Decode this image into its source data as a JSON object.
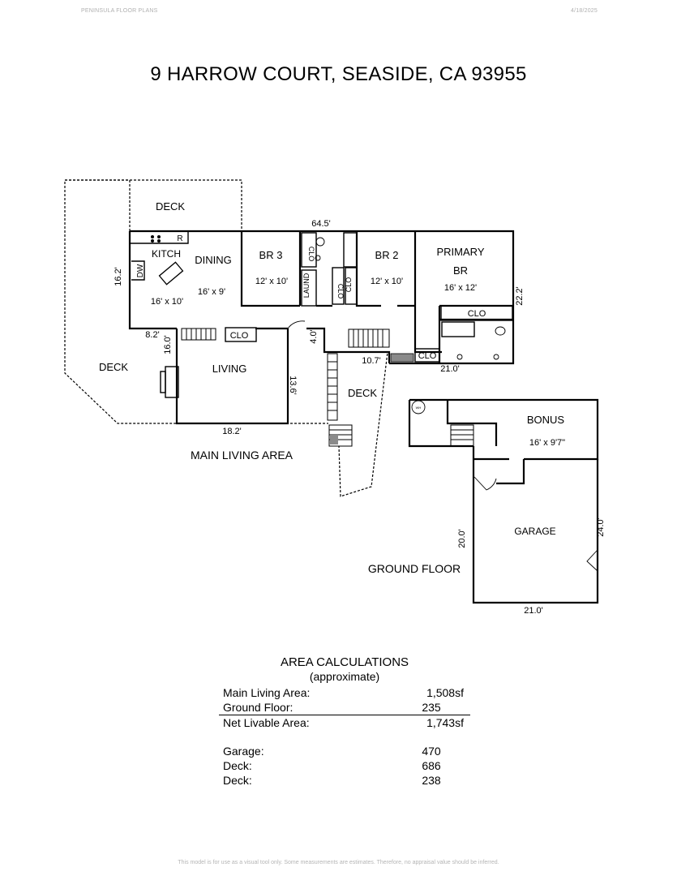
{
  "header": {
    "left": "PENINSULA FLOOR PLANS",
    "right": "4/18/2025"
  },
  "title": "9 HARROW COURT, SEASIDE, CA 93955",
  "plan": {
    "deck_top": "DECK",
    "deck_left": "DECK",
    "deck_mid": "DECK",
    "kitch": "KITCH",
    "kitch_size": "16' x 10'",
    "dw": "DW",
    "r": "R",
    "dining": "DINING",
    "dining_size": "16' x 9'",
    "br3": "BR 3",
    "br3_size": "12' x 10'",
    "clo": "CLO",
    "laund": "LAUND",
    "br2": "BR 2",
    "br2_size": "12' x 10'",
    "primary": "PRIMARY",
    "primary_br": "BR",
    "primary_size": "16' x 12'",
    "living": "LIVING",
    "bonus": "BONUS",
    "bonus_size": "16' x 9'7\"",
    "garage": "GARAGE",
    "wh": "WH",
    "main_label": "MAIN LIVING AREA",
    "ground_label": "GROUND FLOOR",
    "dims": {
      "d645": "64.5'",
      "d162": "16.2'",
      "d222": "22.2'",
      "d82": "8.2'",
      "d160": "16.0'",
      "d40": "4.0'",
      "d107": "10.7'",
      "d210a": "21.0'",
      "d136": "13.6'",
      "d182": "18.2'",
      "d200": "20.0'",
      "d240": "24.0'",
      "d210b": "21.0'"
    }
  },
  "area": {
    "title": "AREA CALCULATIONS",
    "subtitle": "(approximate)",
    "rows": [
      {
        "label": "Main Living Area:",
        "value": "1,508sf"
      },
      {
        "label": "Ground Floor:",
        "value": "235"
      },
      {
        "label": "Net Livable Area:",
        "value": "1,743sf"
      },
      {
        "label": "Garage:",
        "value": "470"
      },
      {
        "label": "Deck:",
        "value": "686"
      },
      {
        "label": "Deck:",
        "value": "238"
      }
    ]
  },
  "footer": "This model is for use as a visual tool only. Some measurements are estimates. Therefore, no appraisal value should be inferred."
}
